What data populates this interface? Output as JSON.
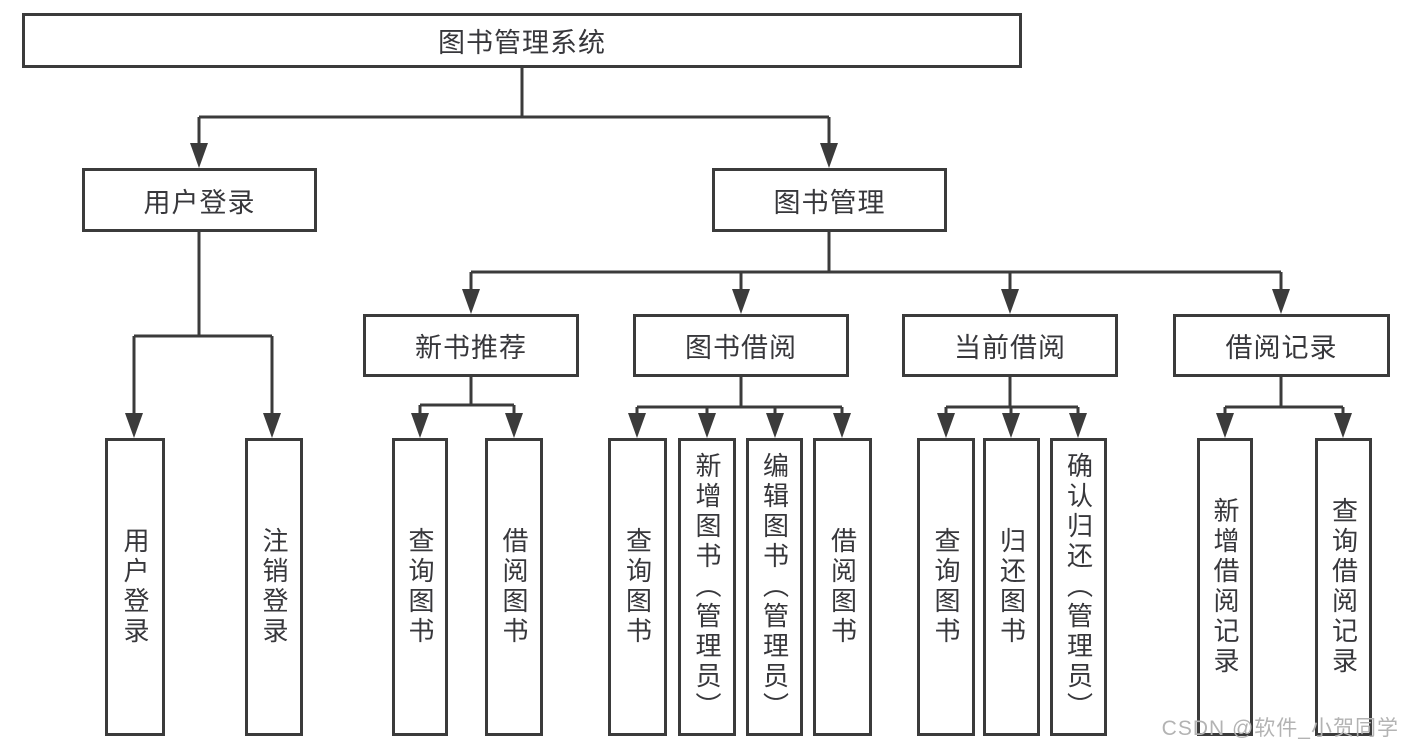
{
  "colors": {
    "line": "#3b3b3b",
    "box_border": "#3b3b3b",
    "text": "#37373b",
    "watermark": "#b3b3b3",
    "background": "#ffffff"
  },
  "tree": {
    "root": "图书管理系统",
    "branches": [
      {
        "label": "用户登录",
        "children": [
          "用户登录",
          "注销登录"
        ]
      },
      {
        "label": "图书管理",
        "groups": [
          {
            "label": "新书推荐",
            "children": [
              "查询图书",
              "借阅图书"
            ]
          },
          {
            "label": "图书借阅",
            "children": [
              "查询图书",
              "新增图书（管理员）",
              "编辑图书（管理员）",
              "借阅图书"
            ]
          },
          {
            "label": "当前借阅",
            "children": [
              "查询图书",
              "归还图书",
              "确认归还（管理员）"
            ]
          },
          {
            "label": "借阅记录",
            "children": [
              "新增借阅记录",
              "查询借阅记录"
            ]
          }
        ]
      }
    ]
  },
  "watermark": {
    "text": "CSDN @软件_小贺同学"
  }
}
